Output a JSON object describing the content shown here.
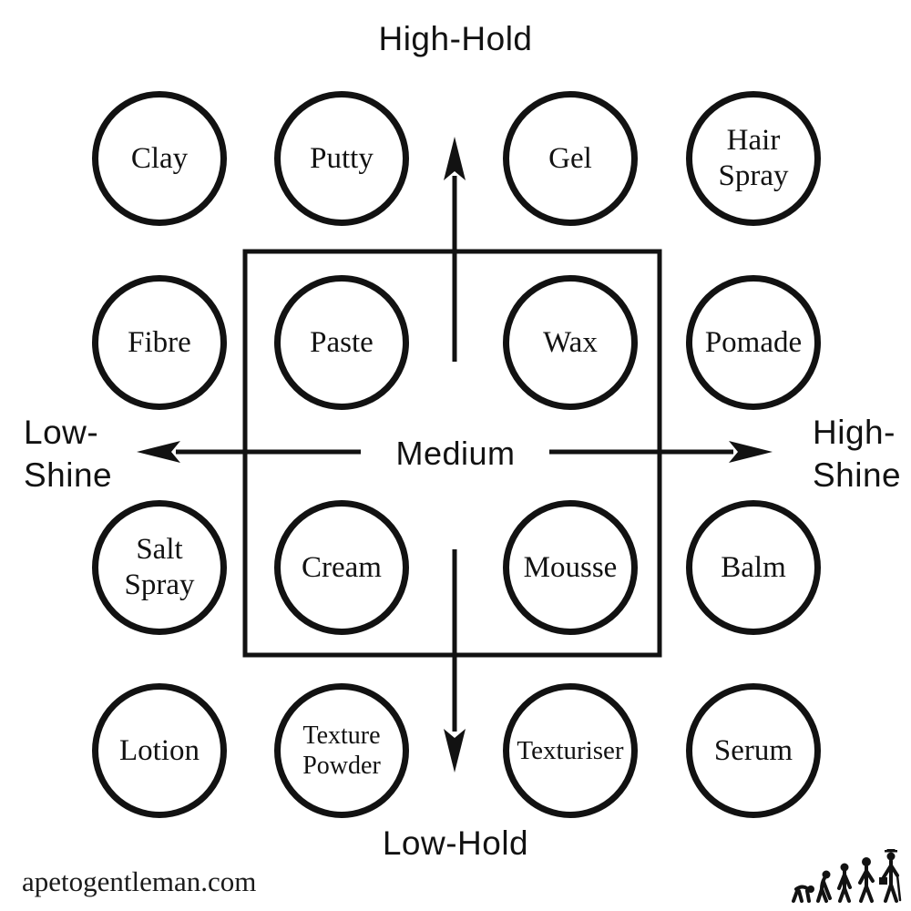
{
  "axes": {
    "top": "High-Hold",
    "bottom": "Low-Hold",
    "left": "Low-\nShine",
    "right": "High-\nShine",
    "center": "Medium"
  },
  "products": [
    {
      "label": "Clay",
      "row": 1,
      "col": 1
    },
    {
      "label": "Putty",
      "row": 1,
      "col": 2
    },
    {
      "label": "Gel",
      "row": 1,
      "col": 3
    },
    {
      "label": "Hair\nSpray",
      "row": 1,
      "col": 4
    },
    {
      "label": "Fibre",
      "row": 2,
      "col": 1
    },
    {
      "label": "Paste",
      "row": 2,
      "col": 2
    },
    {
      "label": "Wax",
      "row": 2,
      "col": 3
    },
    {
      "label": "Pomade",
      "row": 2,
      "col": 4
    },
    {
      "label": "Salt\nSpray",
      "row": 3,
      "col": 1
    },
    {
      "label": "Cream",
      "row": 3,
      "col": 2
    },
    {
      "label": "Mousse",
      "row": 3,
      "col": 3
    },
    {
      "label": "Balm",
      "row": 3,
      "col": 4
    },
    {
      "label": "Lotion",
      "row": 4,
      "col": 1
    },
    {
      "label": "Texture\nPowder",
      "row": 4,
      "col": 2
    },
    {
      "label": "Texturiser",
      "row": 4,
      "col": 3
    },
    {
      "label": "Serum",
      "row": 4,
      "col": 4
    }
  ],
  "medium_box_products": [
    "Paste",
    "Wax",
    "Cream",
    "Mousse"
  ],
  "footer": {
    "website": "apetogentleman.com",
    "logo_icon": "ape-to-gentleman-evolution"
  },
  "colors": {
    "ink": "#121212",
    "background": "#ffffff"
  }
}
